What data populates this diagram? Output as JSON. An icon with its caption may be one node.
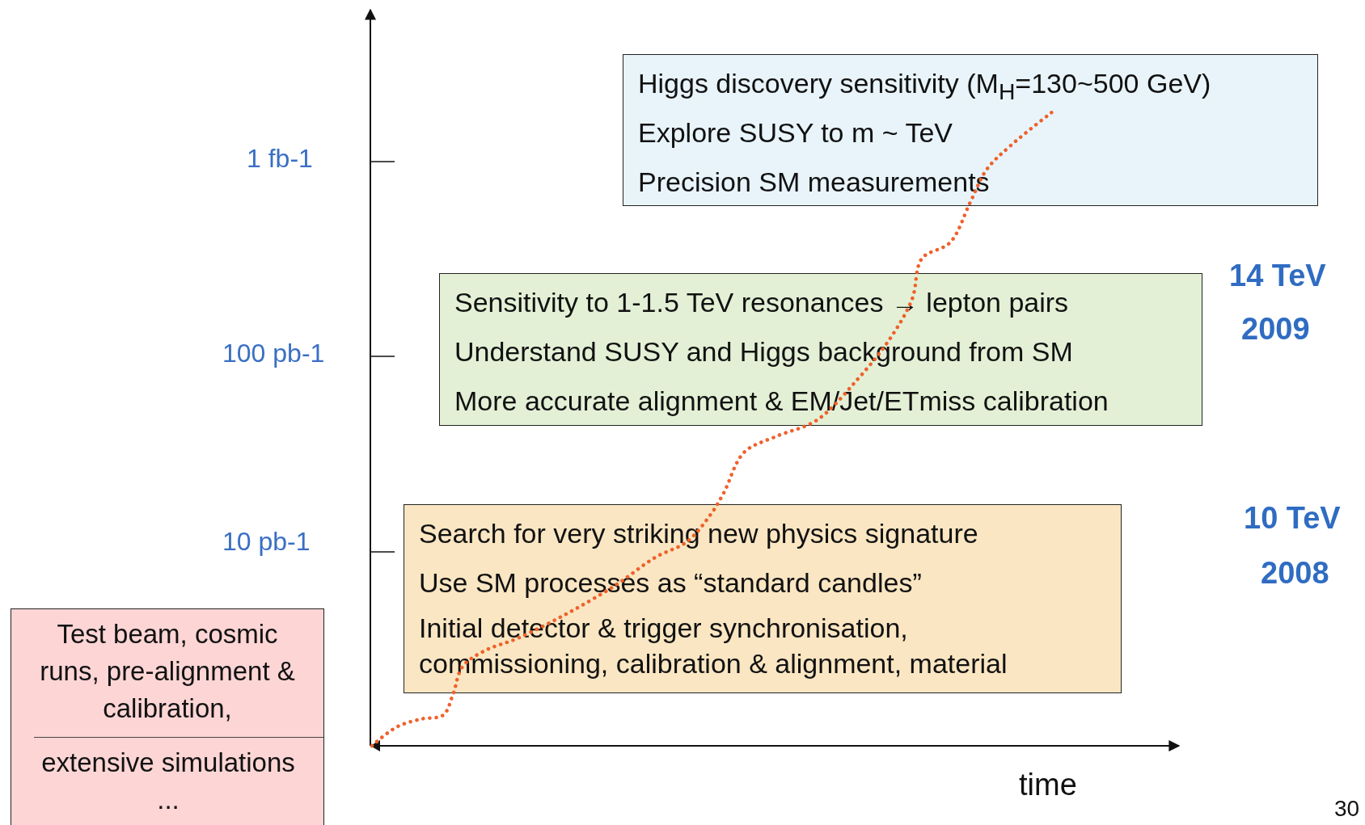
{
  "diagram": {
    "nodes": [
      {
        "text": [
          "Higgs discovery sensitivity (M$_{H}$=130~500 GeV)",
          "Explore SUSY to m ~ TeV",
          "Precision SM measurements"
        ]
      },
      {
        "text": [
          "Sensitivity to 1-1.5 TeV resonances → lepton pairs",
          "Understand SUSY and Higgs background from SM",
          "More accurate alignment & EM/Jet/ETmiss calibration"
        ]
      },
      {
        "text": [
          "Search for very striking new physics signature",
          "Use SM processes as “standard candles”",
          "Initial detector & trigger synchronisation, commissioning, calibration & alignment, material"
        ]
      },
      {
        "text": [
          "Test beam, cosmic runs, pre-alignment & calibration,",
          "extensive simulations ..."
        ]
      }
    ],
    "edges": [],
    "labels": [
      "1 fb-1",
      "14 TeV",
      "2009",
      "100 pb-1",
      "10 TeV",
      "2008",
      "10 pb-1",
      "time",
      "30"
    ]
  }
}
